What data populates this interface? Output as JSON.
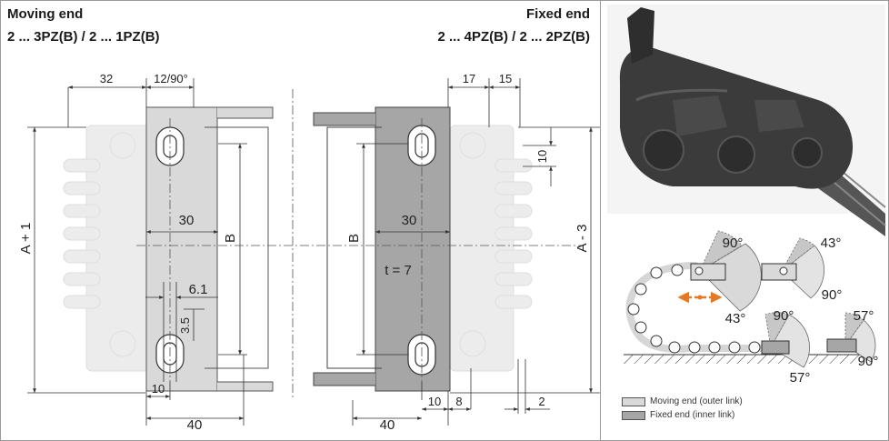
{
  "left_header": {
    "title": "Moving end",
    "subtitle": "2 ... 3PZ(B) / 2 ... 1PZ(B)"
  },
  "right_header": {
    "title": "Fixed end",
    "subtitle": "2 ... 4PZ(B) / 2 ... 2PZ(B)"
  },
  "dimensions": {
    "d32": "32",
    "d12_90": "12/90°",
    "d17": "17",
    "d15": "15",
    "d10_side": "10",
    "d30_left": "30",
    "d30_right": "30",
    "dB_left": "B",
    "dB_right": "B",
    "dA_plus": "A + 1",
    "dA_minus": "A - 3",
    "d6_1": "6.1",
    "d3_5": "3.5",
    "t7": "t = 7",
    "d10_bl": "10",
    "d40_left": "40",
    "d10_br": "10",
    "d8": "8",
    "d40_right": "40",
    "d2": "2"
  },
  "angles": {
    "a90_top": "90°",
    "a43_mid": "43°",
    "a43_top_right": "43°",
    "a90_right": "90°",
    "a90_bottom": "90°",
    "a57_bottom": "57°",
    "a57_right": "57°",
    "a90_bottom_right": "90°"
  },
  "legend": {
    "moving": "Moving end (outer link)",
    "fixed": "Fixed end (inner link)"
  },
  "colors": {
    "moving_fill": "#d9d9d9",
    "fixed_fill": "#a6a6a6",
    "arrow": "#e87722"
  }
}
